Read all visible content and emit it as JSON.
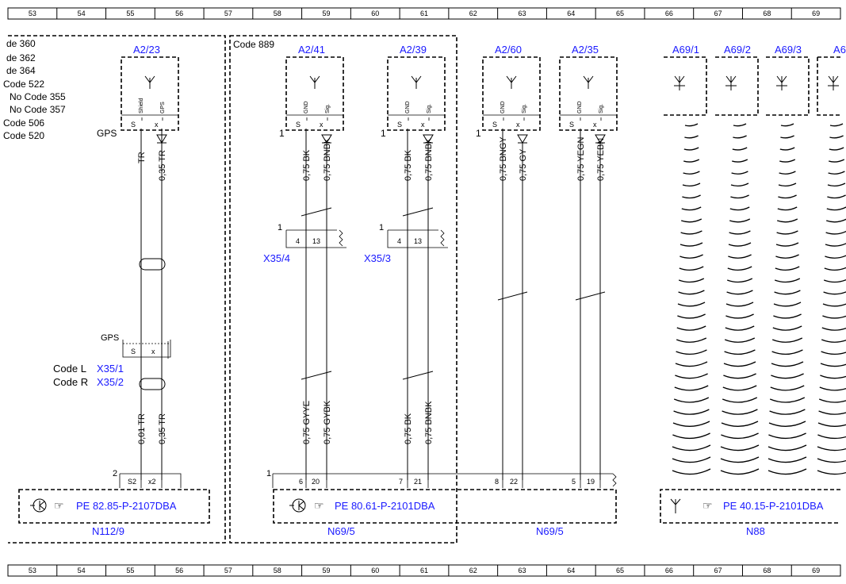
{
  "rulers": {
    "top": [
      "53",
      "54",
      "55",
      "56",
      "57",
      "58",
      "59",
      "60",
      "61",
      "62",
      "63",
      "64",
      "65",
      "66",
      "67",
      "68",
      "69"
    ],
    "bottom": [
      "53",
      "54",
      "55",
      "56",
      "57",
      "58",
      "59",
      "60",
      "61",
      "62",
      "63",
      "64",
      "65",
      "66",
      "67",
      "68",
      "69"
    ]
  },
  "codes_left": [
    "de 360",
    "de 362",
    "de 364",
    "Code 522",
    "No Code 355",
    "No Code 357",
    "Code 506",
    "Code 520"
  ],
  "code_889": "Code 889",
  "labels": {
    "gps_top": "GPS",
    "gps_mid": "GPS",
    "code_l": "Code L",
    "code_r": "Code R",
    "x35_1": "X35/1",
    "x35_2": "X35/2",
    "x35_4": "X35/4",
    "x35_3": "X35/3",
    "num1a": "1",
    "num1b": "1",
    "num1c": "1",
    "num1d": "1",
    "num1e": "1",
    "num2": "2",
    "num1f": "1"
  },
  "antennas": [
    {
      "id": "A2/23",
      "pin1": "Shield",
      "pin2": "GPS",
      "p1": "S",
      "p2": "x"
    },
    {
      "id": "A2/41",
      "pin1": "GND",
      "pin2": "Sig.",
      "p1": "S",
      "p2": "x"
    },
    {
      "id": "A2/39",
      "pin1": "GND",
      "pin2": "Sig.",
      "p1": "S",
      "p2": "x"
    },
    {
      "id": "A2/60",
      "pin1": "GND",
      "pin2": "Sig.",
      "p1": "S",
      "p2": "x"
    },
    {
      "id": "A2/35",
      "pin1": "GND",
      "pin2": "Sig.",
      "p1": "S",
      "p2": "x"
    }
  ],
  "a69": [
    "A69/1",
    "A69/2",
    "A69/3",
    "A6"
  ],
  "wires_top": [
    "TR",
    "0,35 TR",
    "0,75 BK",
    "0,75 BNBK",
    "0,75 BK",
    "0,75 BNBK",
    "0,75 BNGY",
    "0,75 GY",
    "0,75 YEGN",
    "0,75 YEBN"
  ],
  "wires_bottom": [
    "0,01 TR",
    "0,35 TR",
    "0,75 GYYE",
    "0,75 GYBK",
    "0,75 BK",
    "0,75 BNBK"
  ],
  "connector_x35_4": [
    "4",
    "13"
  ],
  "connector_x35_3": [
    "4",
    "13"
  ],
  "gps_connector": [
    "S",
    "x"
  ],
  "n112_pins": [
    "S2",
    "x2"
  ],
  "n69_pins": [
    "6",
    "20",
    "7",
    "21",
    "8",
    "22",
    "5",
    "19"
  ],
  "modules": {
    "n112": {
      "ref": "PE 82.85-P-2107DBA",
      "name": "N112/9"
    },
    "n69a": {
      "ref": "PE 80.61-P-2101DBA",
      "name": "N69/5"
    },
    "n69b": {
      "name": "N69/5"
    },
    "n88": {
      "ref": "PE 40.15-P-2101DBA",
      "name": "N88"
    }
  }
}
